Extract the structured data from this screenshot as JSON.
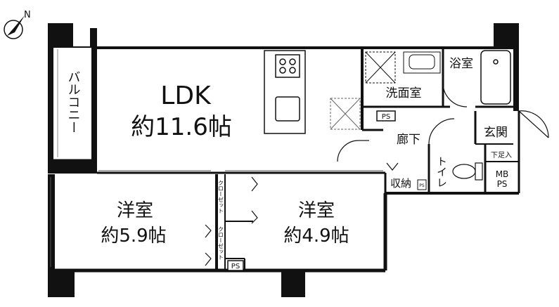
{
  "compass": {
    "north_label": "N"
  },
  "rooms": {
    "ldk": {
      "name": "LDK",
      "size": "約11.6帖"
    },
    "western1": {
      "name": "洋室",
      "size": "約5.9帖"
    },
    "western2": {
      "name": "洋室",
      "size": "約4.9帖"
    },
    "balcony": "バルコニー",
    "washroom": "洗面室",
    "bathroom": "浴室",
    "corridor": "廊下",
    "entrance": "玄関",
    "toilet": "トイレ",
    "storage": "収納",
    "shoe_box": "下足入",
    "mb_ps": {
      "line1": "MB",
      "line2": "PS"
    },
    "closet1": "クローゼット",
    "closet2": "クローゼット",
    "ps_labels": [
      "PS",
      "PS",
      "PS"
    ]
  }
}
